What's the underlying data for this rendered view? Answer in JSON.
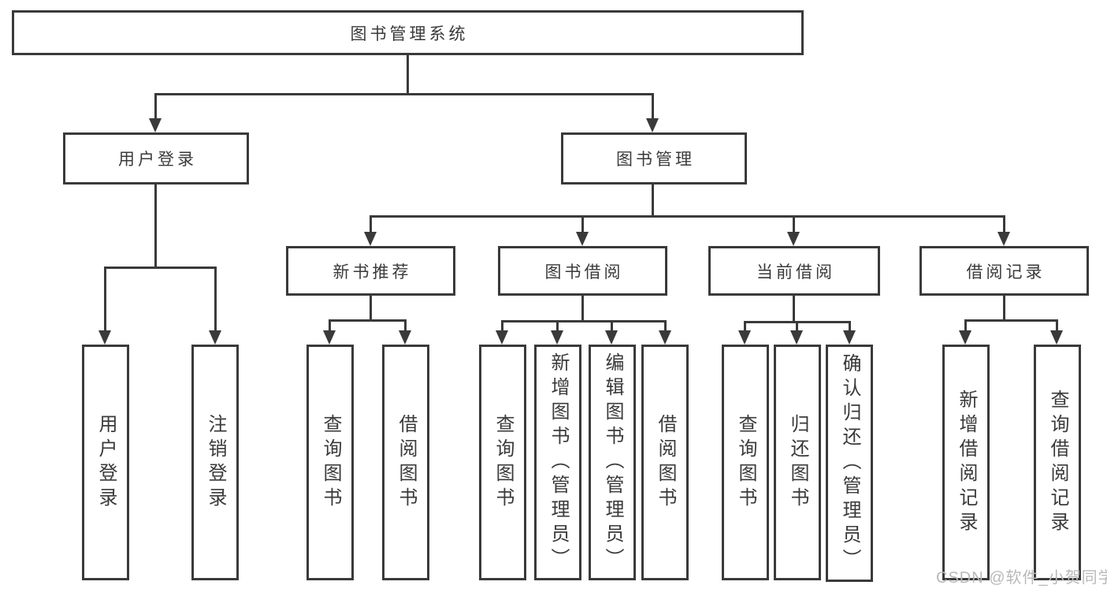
{
  "tree": {
    "title": "图书管理系统",
    "branches": [
      {
        "label": "用户登录",
        "children": [
          "用户登录",
          "注销登录"
        ]
      },
      {
        "label": "图书管理",
        "sections": [
          {
            "label": "新书推荐",
            "children": [
              "查询图书",
              "借阅图书"
            ]
          },
          {
            "label": "图书借阅",
            "children": [
              "查询图书",
              "新增图书（管理员）",
              "编辑图书（管理员）",
              "借阅图书"
            ]
          },
          {
            "label": "当前借阅",
            "children": [
              "查询图书",
              "归还图书",
              "确认归还（管理员）"
            ]
          },
          {
            "label": "借阅记录",
            "children": [
              "新增借阅记录",
              "查询借阅记录"
            ]
          }
        ]
      }
    ]
  },
  "watermark": "CSDN @软件_小贺同学",
  "colors": {
    "line": "#3a3a3a",
    "text": "#3a3a3a",
    "watermark": "#b9b9b9",
    "background": "#ffffff"
  }
}
